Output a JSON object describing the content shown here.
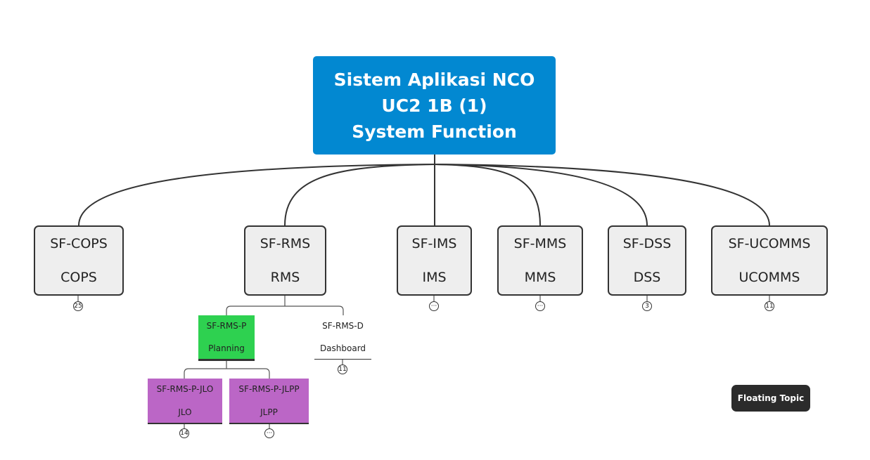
{
  "root": {
    "lines": [
      "Sistem Aplikasi NCO",
      "UC2 1B (1)",
      "System Function"
    ],
    "color": "#0288d1"
  },
  "topics": [
    {
      "code": "SF-COPS",
      "name": "COPS",
      "badge": "25"
    },
    {
      "code": "SF-RMS",
      "name": "RMS",
      "badge": ""
    },
    {
      "code": "SF-IMS",
      "name": "IMS",
      "badge": "···"
    },
    {
      "code": "SF-MMS",
      "name": "MMS",
      "badge": "···"
    },
    {
      "code": "SF-DSS",
      "name": "DSS",
      "badge": "3"
    },
    {
      "code": "SF-UCOMMS",
      "name": "UCOMMS",
      "badge": "11"
    }
  ],
  "rms_children": [
    {
      "code": "SF-RMS-P",
      "name": "Planning",
      "color": "#2ed150"
    },
    {
      "code": "SF-RMS-D",
      "name": "Dashboard",
      "badge": "11"
    }
  ],
  "planning_children": [
    {
      "code": "SF-RMS-P-JLO",
      "name": "JLO",
      "badge": "14",
      "color": "#bb66c6"
    },
    {
      "code": "SF-RMS-P-JLPP",
      "name": "JLPP",
      "badge": "···",
      "color": "#bb66c6"
    }
  ],
  "floating_topic": {
    "label": "Floating Topic"
  }
}
